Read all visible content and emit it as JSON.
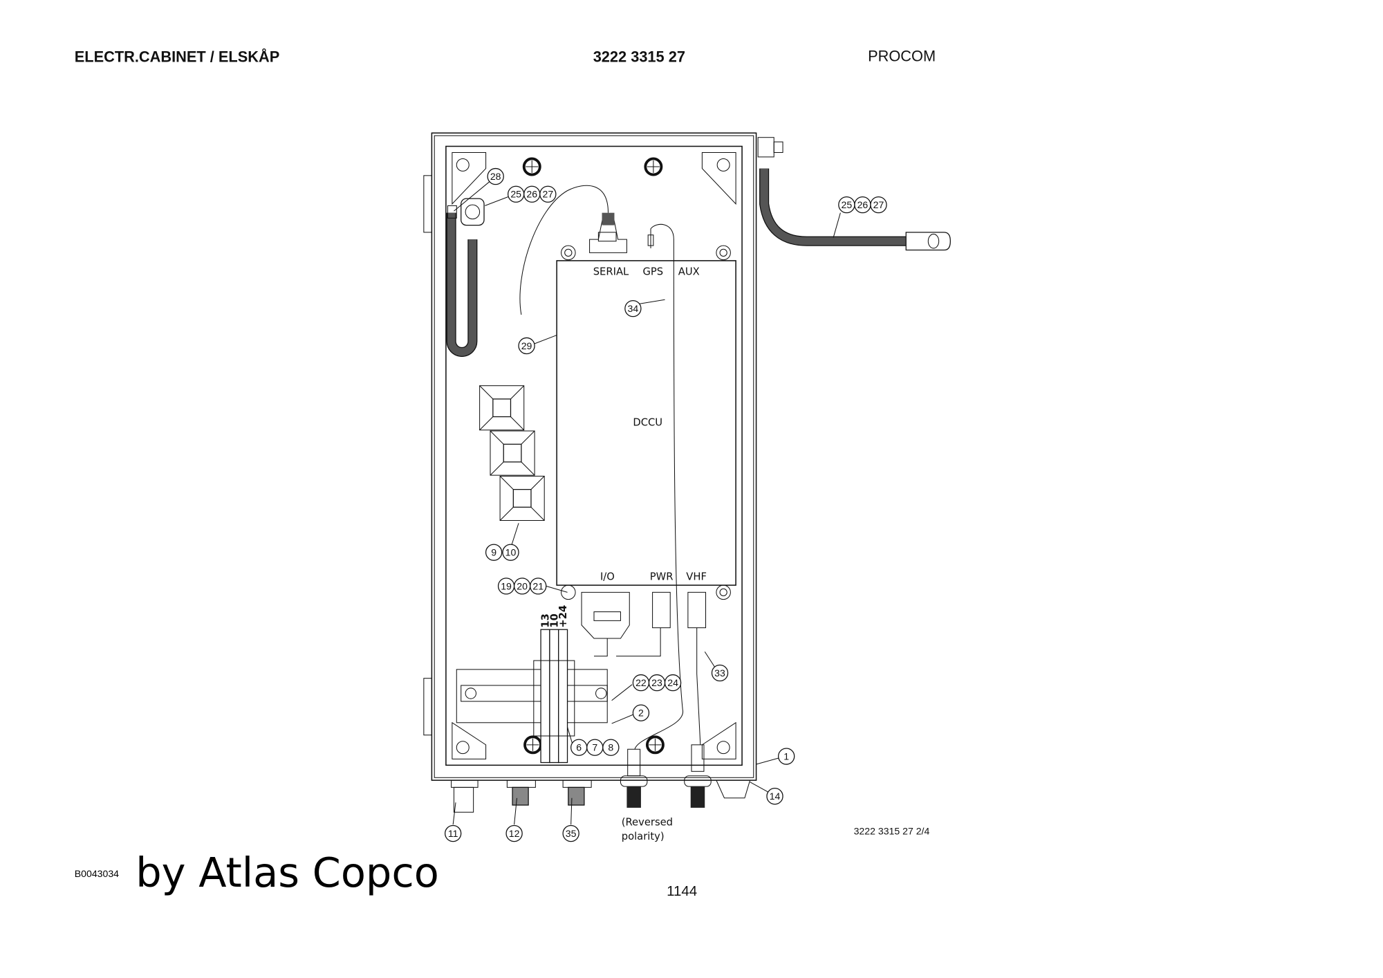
{
  "header": {
    "section_title": "ELECTR.CABINET / ELSKÅP",
    "part_number": "3222 3315 27",
    "product": "PROCOM"
  },
  "diagram": {
    "module_label": "DCCU",
    "top_ports": [
      "SERIAL",
      "GPS",
      "AUX"
    ],
    "bottom_ports": [
      "I/O",
      "PWR",
      "VHF"
    ],
    "terminal_labels": [
      "13",
      "10",
      "+24"
    ],
    "note": [
      "(Reversed",
      "polarity)"
    ],
    "callouts": {
      "c28": "28",
      "c25a": "25",
      "c26a": "26",
      "c27a": "27",
      "c25b": "25",
      "c26b": "26",
      "c27b": "27",
      "c34": "34",
      "c29": "29",
      "c9": "9",
      "c10": "10",
      "c19": "19",
      "c20": "20",
      "c21": "21",
      "c22": "22",
      "c23": "23",
      "c24": "24",
      "c2": "2",
      "c6": "6",
      "c7": "7",
      "c8": "8",
      "c33": "33",
      "c1": "1",
      "c14": "14",
      "c11": "11",
      "c12": "12",
      "c35": "35"
    },
    "drawing_ref": "3222 3315 27 2/4"
  },
  "footer": {
    "image_id": "B0043034",
    "brand": "by Atlas Copco",
    "page_number": "1144"
  }
}
